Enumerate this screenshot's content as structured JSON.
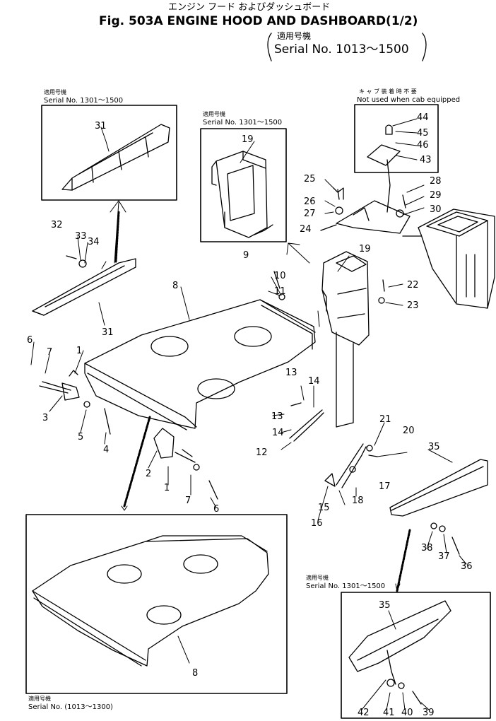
{
  "header": {
    "jp_title": "エンジン フード およびダッシュボード",
    "title": "Fig. 503A ENGINE HOOD AND DASHBOARD(1/2)",
    "applicable_jp": "適用号機",
    "serial": "Serial No. 1013～1500"
  },
  "insets": {
    "top_left": {
      "jp": "適用号機",
      "serial": "Serial No. 1301～1500"
    },
    "top_middle": {
      "jp": "適用号機",
      "serial": "Serial No. 1301～1500"
    },
    "top_right": {
      "jp": "キ ャ ブ 装 着 時 不 要",
      "note": "Not used when cab equipped"
    },
    "bottom_right": {
      "jp": "適用号機",
      "serial": "Serial No. 1301～1500"
    },
    "bottom_left": {
      "jp": "適用号機",
      "serial": "Serial No. (1013～1300)"
    }
  },
  "callouts": [
    "1",
    "1",
    "2",
    "3",
    "4",
    "5",
    "6",
    "6",
    "7",
    "7",
    "8",
    "8",
    "9",
    "10",
    "11",
    "12",
    "13",
    "13",
    "14",
    "14",
    "15",
    "16",
    "17",
    "18",
    "19",
    "19",
    "20",
    "21",
    "22",
    "23",
    "24",
    "25",
    "26",
    "27",
    "28",
    "29",
    "30",
    "31",
    "31",
    "32",
    "33",
    "34",
    "35",
    "35",
    "36",
    "37",
    "38",
    "39",
    "40",
    "41",
    "42",
    "43",
    "44",
    "45",
    "46"
  ]
}
